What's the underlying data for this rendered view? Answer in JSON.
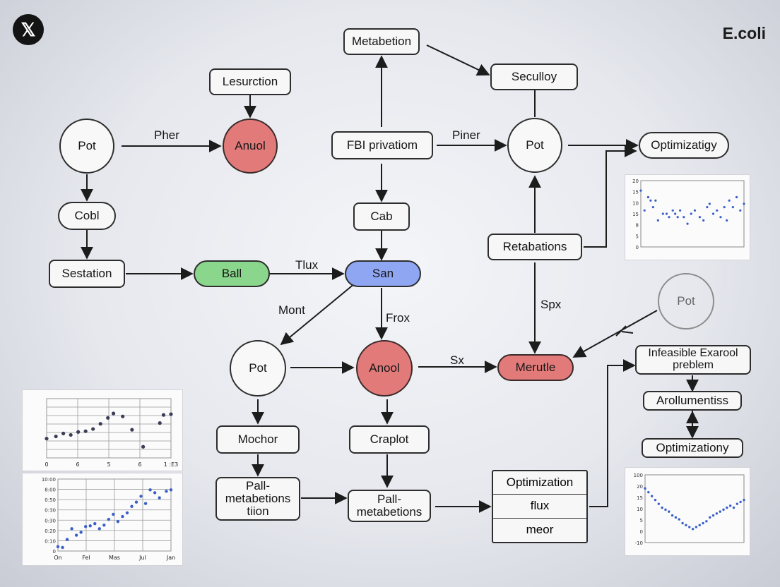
{
  "header": {
    "logo_glyph": "𝕏",
    "brand": "E.coli"
  },
  "nodes": {
    "metabetion": "Metabetion",
    "lesurction": "Lesurction",
    "seculloy": "Seculloy",
    "pot1": "Pot",
    "anuol": "Anuol",
    "fbi": "FBI privatiom",
    "pot2": "Pot",
    "optimizatigy": "Optimizatigy",
    "cobl": "Cobl",
    "cab": "Cab",
    "retabations": "Retabations",
    "sestation": "Sestation",
    "ball": "Ball",
    "san": "San",
    "pot_faint": "Pot",
    "pot3": "Pot",
    "anool": "Anool",
    "merutle": "Merutle",
    "infeasible": "Infeasible Exarool preblem",
    "arollumentiss": "Arollumentiss",
    "optimizationy": "Optimizationy",
    "mochor": "Mochor",
    "craplot": "Craplot",
    "pall_left": "Pall-metabetions tiion",
    "pall_mid": "Pall-metabetions",
    "stack": [
      "Optimization",
      "flux",
      "meor"
    ]
  },
  "edge_labels": {
    "pher": "Pher",
    "piner": "Piner",
    "tlux": "Tlux",
    "mont": "Mont",
    "frox": "Frox",
    "spx": "Spx",
    "sx": "Sx"
  },
  "chart_data": [
    {
      "type": "scatter",
      "ylabel": "",
      "x_ticks": [
        "",
        "",
        "",
        "",
        "",
        "",
        "",
        "",
        ""
      ],
      "y_ticks": [
        "20",
        "15",
        "10",
        "15",
        "8",
        "5",
        "0"
      ],
      "ylim": [
        0,
        20
      ],
      "points": [
        [
          0,
          17
        ],
        [
          0.3,
          11
        ],
        [
          0.6,
          15
        ],
        [
          0.8,
          14
        ],
        [
          1,
          12
        ],
        [
          1.2,
          14
        ],
        [
          1.4,
          8
        ],
        [
          1.8,
          10
        ],
        [
          2.1,
          10
        ],
        [
          2.3,
          9
        ],
        [
          2.6,
          11
        ],
        [
          2.8,
          10
        ],
        [
          3,
          9
        ],
        [
          3.2,
          11
        ],
        [
          3.5,
          9
        ],
        [
          3.8,
          7
        ],
        [
          4.1,
          10
        ],
        [
          4.4,
          11
        ],
        [
          4.8,
          9
        ],
        [
          5.1,
          8
        ],
        [
          5.4,
          12
        ],
        [
          5.6,
          13
        ],
        [
          5.9,
          10
        ],
        [
          6.2,
          11
        ],
        [
          6.5,
          9
        ],
        [
          6.8,
          12
        ],
        [
          7,
          8
        ],
        [
          7.2,
          14
        ],
        [
          7.5,
          12
        ],
        [
          7.8,
          15
        ],
        [
          8.1,
          11
        ],
        [
          8.4,
          13
        ]
      ]
    },
    {
      "type": "scatter",
      "ylabel": "",
      "x_ticks": [
        "0",
        "6",
        "5",
        "6",
        "1 :E3"
      ],
      "y_ticks": [
        "",
        "",
        "",
        "",
        "",
        "",
        "",
        ""
      ],
      "ylim": [
        0,
        8
      ],
      "points": [
        [
          0,
          2.6
        ],
        [
          0.5,
          2.9
        ],
        [
          0.9,
          3.3
        ],
        [
          1.3,
          3.1
        ],
        [
          1.7,
          3.5
        ],
        [
          2.1,
          3.6
        ],
        [
          2.5,
          3.9
        ],
        [
          2.9,
          4.6
        ],
        [
          3.3,
          5.4
        ],
        [
          3.6,
          6
        ],
        [
          4.1,
          5.6
        ],
        [
          4.6,
          3.8
        ],
        [
          5.2,
          1.5
        ],
        [
          6.1,
          4.7
        ],
        [
          6.3,
          5.8
        ],
        [
          6.7,
          5.9
        ]
      ]
    },
    {
      "type": "scatter",
      "ylabel": "",
      "x_ticks": [
        "On",
        "Fel",
        "Mas",
        "Jul",
        "Jan"
      ],
      "y_ticks": [
        "10:00",
        "8:00",
        "0:50",
        "0:30",
        "0:30",
        "0:20",
        "0:10",
        "0"
      ],
      "ylim": [
        0,
        10
      ],
      "points": [
        [
          0.1,
          0.6
        ],
        [
          0.3,
          0.5
        ],
        [
          0.5,
          1.6
        ],
        [
          0.7,
          3.1
        ],
        [
          0.9,
          2.2
        ],
        [
          1.1,
          2.6
        ],
        [
          1.3,
          3.4
        ],
        [
          1.5,
          3.5
        ],
        [
          1.7,
          3.8
        ],
        [
          1.9,
          3.1
        ],
        [
          2.1,
          3.6
        ],
        [
          2.3,
          4.4
        ],
        [
          2.5,
          5.1
        ],
        [
          2.7,
          4.1
        ],
        [
          2.9,
          4.8
        ],
        [
          3.1,
          5.3
        ],
        [
          3.3,
          6.2
        ],
        [
          3.5,
          6.8
        ],
        [
          3.7,
          7.6
        ],
        [
          3.9,
          6.6
        ],
        [
          4.1,
          8.5
        ],
        [
          4.3,
          8.1
        ],
        [
          4.5,
          7.4
        ],
        [
          4.8,
          8.3
        ],
        [
          5,
          8.5
        ]
      ]
    },
    {
      "type": "scatter",
      "ylabel": "",
      "x_ticks": [
        "",
        "",
        "",
        "",
        "",
        "",
        "",
        "",
        "",
        "",
        "",
        ""
      ],
      "y_ticks": [
        "100",
        "20",
        "15",
        "10",
        "5",
        "0",
        "-10"
      ],
      "ylim": [
        -10,
        25
      ],
      "points": [
        [
          0,
          18
        ],
        [
          0.2,
          16
        ],
        [
          0.4,
          14
        ],
        [
          0.6,
          12
        ],
        [
          0.8,
          10
        ],
        [
          1,
          8
        ],
        [
          1.2,
          7
        ],
        [
          1.4,
          6
        ],
        [
          1.6,
          4
        ],
        [
          1.8,
          3
        ],
        [
          2,
          2
        ],
        [
          2.2,
          0
        ],
        [
          2.4,
          -1
        ],
        [
          2.6,
          -2
        ],
        [
          2.8,
          -3
        ],
        [
          3,
          -2
        ],
        [
          3.2,
          -1
        ],
        [
          3.4,
          0
        ],
        [
          3.6,
          1
        ],
        [
          3.8,
          3
        ],
        [
          4,
          4
        ],
        [
          4.2,
          5
        ],
        [
          4.4,
          6
        ],
        [
          4.6,
          7
        ],
        [
          4.8,
          8
        ],
        [
          5,
          9
        ],
        [
          5.2,
          8
        ],
        [
          5.4,
          10
        ],
        [
          5.6,
          11
        ],
        [
          5.8,
          12
        ]
      ]
    }
  ]
}
